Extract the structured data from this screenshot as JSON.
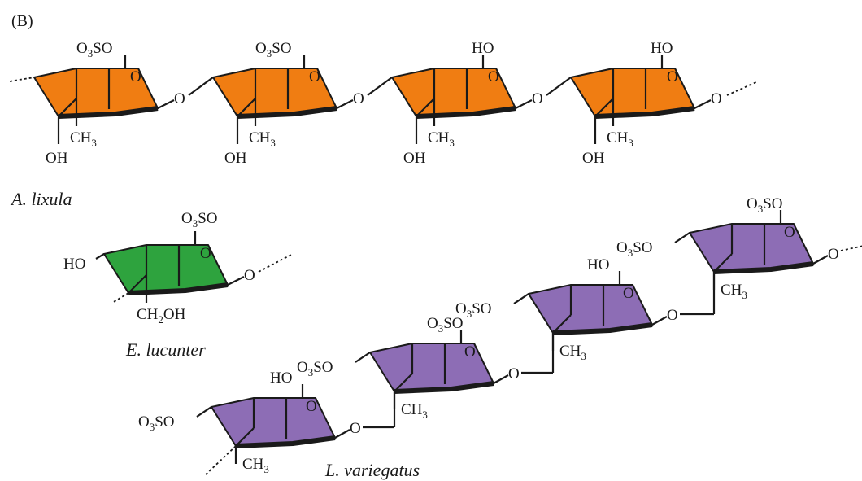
{
  "panel_label": "(B)",
  "species": {
    "a": "A. lixula",
    "e": "E. lucunter",
    "l": "L. variegatus"
  },
  "colors": {
    "orange": "#f07d12",
    "green": "#2ea33e",
    "purple": "#8d6db5",
    "bond": "#1a1a1a"
  },
  "groups": {
    "sulfate_prefix": "O",
    "sulfate_sub": "3",
    "sulfate_suffix": "SO",
    "hydroxyl": "HO",
    "oh": "OH",
    "methyl_prefix": "CH",
    "methyl_sub": "3",
    "ch2oh_prefix": "CH",
    "ch2oh_sub": "2",
    "ch2oh_suffix": "OH",
    "ring_oxygen": "O",
    "linkage_oxygen": "O"
  },
  "chain_a": [
    "sulfate",
    "sulfate",
    "hydroxyl",
    "hydroxyl"
  ],
  "chain_l": [
    "hydroxyl",
    "sulfate",
    "hydroxyl",
    "sulfate"
  ]
}
